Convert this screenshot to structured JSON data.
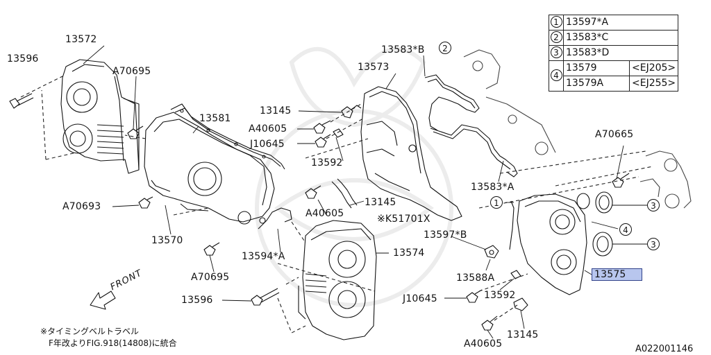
{
  "diagram": {
    "ref_code": "A022001146",
    "front_label": "FRONT",
    "notes": [
      "※タイミングベルトラベル",
      "F年改よりFIG.918(14808)に統合"
    ],
    "labels": {
      "l13596a": "13596",
      "l13572": "13572",
      "lA70695a": "A70695",
      "l13581": "13581",
      "lA70693": "A70693",
      "l13570": "13570",
      "lA70695b": "A70695",
      "l13594A": "13594*A",
      "l13596b": "13596",
      "l13145a": "13145",
      "lA40605a": "A40605",
      "lJ10645a": "J10645",
      "l13592a": "13592",
      "l13145b": "13145",
      "lA40605b": "A40605",
      "lK51701X": "※K51701X",
      "l13574": "13574",
      "l13583B": "13583*B",
      "l13573": "13573",
      "l13583A": "13583*A",
      "l13597B": "13597*B",
      "l13588A": "13588A",
      "lJ10645b": "J10645",
      "l13592b": "13592",
      "lA40605c": "A40605",
      "l13145c": "13145",
      "lA70665": "A70665",
      "l13575": "13575"
    },
    "callouts": {
      "c1": "1",
      "c2": "2",
      "c3a": "3",
      "c3b": "3",
      "c4": "4"
    },
    "legend": {
      "rows": [
        {
          "num": "1",
          "part": "13597*A",
          "spec": ""
        },
        {
          "num": "2",
          "part": "13583*C",
          "spec": ""
        },
        {
          "num": "3",
          "part": "13583*D",
          "spec": ""
        },
        {
          "num": "4",
          "part": "13579",
          "spec": "<EJ205>"
        },
        {
          "num": "",
          "part": "13579A",
          "spec": "<EJ255>"
        }
      ]
    },
    "highlight_color": "#b8c6ee"
  }
}
